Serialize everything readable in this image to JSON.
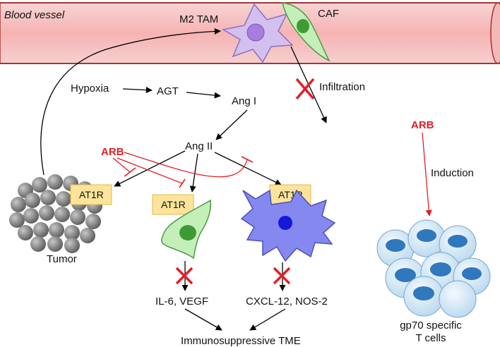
{
  "vessel": {
    "label": "Blood vessel",
    "color": "#f9c3c3"
  },
  "cells": {
    "m2_tam": "M2 TAM",
    "caf": "CAF",
    "tumor": "Tumor",
    "t_cells_line1": "gp70 specific",
    "t_cells_line2": "T cells"
  },
  "pathway": {
    "hypoxia": "Hypoxia",
    "agt": "AGT",
    "ang1": "Ang I",
    "ang2": "Ang II",
    "arb_left": "ARB",
    "arb_right": "ARB",
    "infiltration": "Infiltration",
    "induction": "Induction"
  },
  "receptors": {
    "tumor_receptor": "AT1R",
    "caf_receptor": "AT1R",
    "tam_receptor": "AT1R"
  },
  "outputs": {
    "caf_output": "IL-6, VEGF",
    "tam_output": "CXCL-12, NOS-2",
    "tme": "Immunosuppressive TME"
  },
  "colors": {
    "inhibit": "#e31e24",
    "receptor_box": "#fde49a",
    "tam_fill": "#d9c4f0",
    "caf_fill": "#c9f0c0",
    "macrophage_fill": "#8a8cf0",
    "tcell_fill": "#cfe6f5"
  }
}
